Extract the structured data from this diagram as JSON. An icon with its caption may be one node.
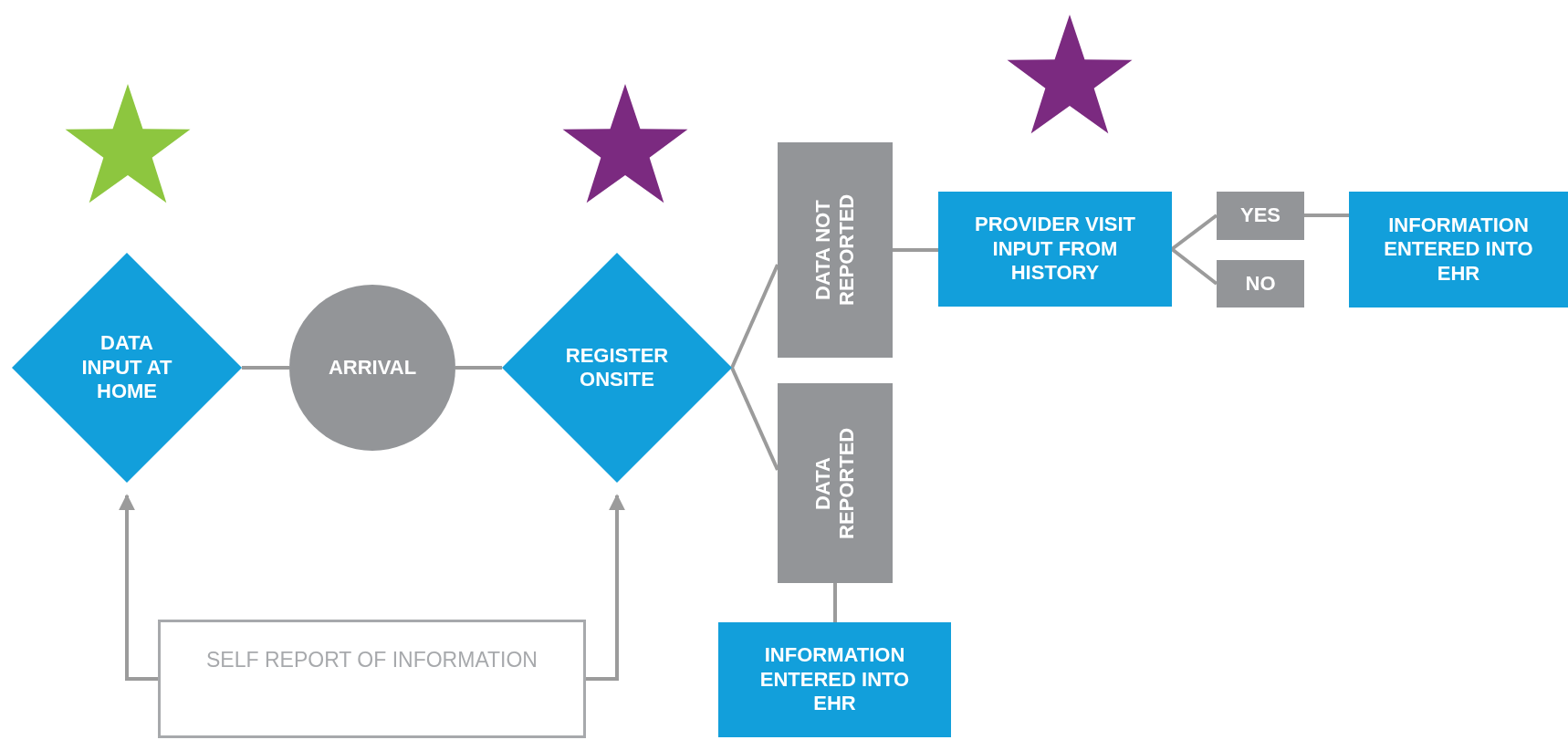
{
  "diagram": {
    "nodes": [
      {
        "text": [
          "DATA INPUT AT HOME"
        ]
      },
      {
        "text": [
          "ARRIVAL"
        ]
      },
      {
        "text": [
          "REGISTER ONSITE"
        ]
      },
      {
        "text": [
          "DATA NOT REPORTED"
        ]
      },
      {
        "text": [
          "DATA REPORTED"
        ]
      },
      {
        "text": [
          "INFORMATION ENTERED INTO EHR"
        ]
      },
      {
        "text": [
          "PROVIDER VISIT INPUT FROM HISTORY"
        ]
      },
      {
        "text": [
          "YES"
        ]
      },
      {
        "text": [
          "NO"
        ]
      },
      {
        "text": [
          "INFORMATION ENTERED INTO EHR"
        ]
      },
      {
        "text": [
          "SELF REPORT OF INFORMATION"
        ]
      }
    ],
    "edges": [
      {
        "from": 0,
        "to": 1,
        "arrow": "none"
      },
      {
        "from": 1,
        "to": 2,
        "arrow": "none"
      },
      {
        "from": 2,
        "to": 3,
        "arrow": "none"
      },
      {
        "from": 2,
        "to": 4,
        "arrow": "none"
      },
      {
        "from": 4,
        "to": 5,
        "arrow": "none"
      },
      {
        "from": 3,
        "to": 6,
        "arrow": "none"
      },
      {
        "from": 6,
        "to": 7,
        "arrow": "none"
      },
      {
        "from": 6,
        "to": 8,
        "arrow": "none"
      },
      {
        "from": 7,
        "to": 9,
        "arrow": "none"
      },
      {
        "from": 10,
        "to": 0,
        "arrow": "to"
      },
      {
        "from": 10,
        "to": 2,
        "arrow": "to"
      }
    ]
  }
}
